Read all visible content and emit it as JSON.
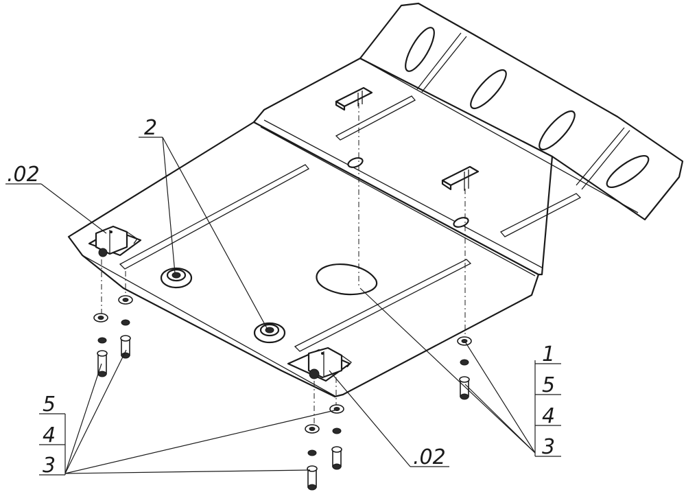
{
  "callouts": {
    "bracket_left": ".02",
    "bracket_right": ".02",
    "nut_fastener": "2",
    "right_stack": [
      "1",
      "5",
      "4",
      "3"
    ],
    "left_stack": [
      "5",
      "4",
      "3"
    ]
  }
}
